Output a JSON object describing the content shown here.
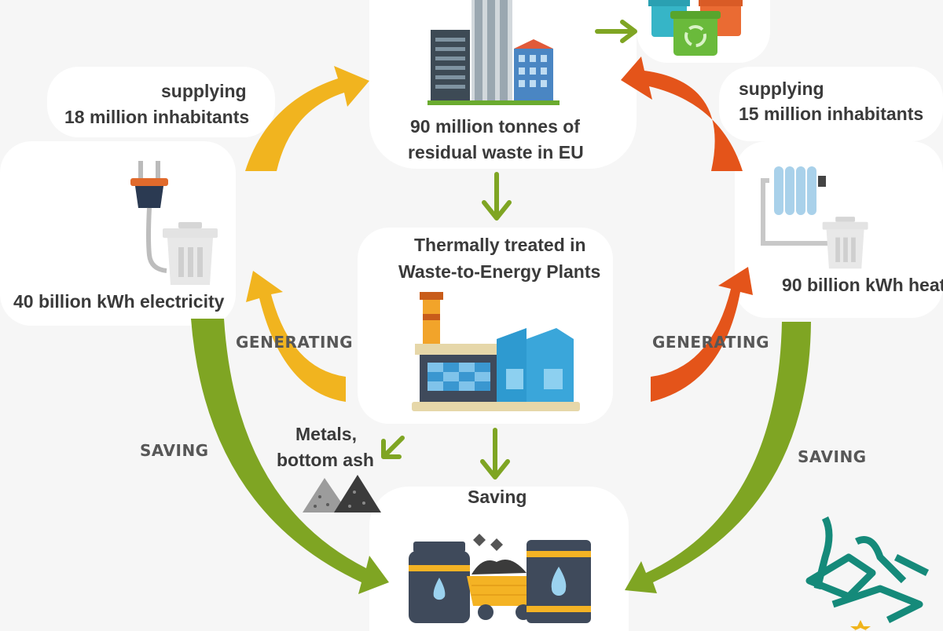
{
  "labels": {
    "supply_left_line1": "supplying",
    "supply_left_line2": "18 million inhabitants",
    "supply_right_line1": "supplying",
    "supply_right_line2": "15 million inhabitants",
    "waste_line1": "90 million tonnes of",
    "waste_line2": "residual waste in EU",
    "plant_line1": "Thermally treated in",
    "plant_line2": "Waste-to-Energy Plants",
    "electricity": "40 billion kWh electricity",
    "heat": "90 billion kWh heat",
    "generating_left": "GENERATING",
    "generating_right": "GENERATING",
    "saving_left": "SAVING",
    "saving_right": "SAVING",
    "metals_line1": "Metals,",
    "metals_line2": "bottom ash",
    "saving_center": "Saving"
  },
  "colors": {
    "yellow_arrow": "#f1b41f",
    "orange_arrow": "#e4541a",
    "green_arrow": "#7fa523",
    "text": "#3a3a3a"
  },
  "icons": [
    "city-buildings-icon",
    "recycling-bins-icon",
    "power-plug-icon",
    "trash-can-icon",
    "radiator-icon",
    "waste-to-energy-plant-icon",
    "ash-piles-icon",
    "fuel-resources-icon",
    "logo-mark-icon"
  ]
}
